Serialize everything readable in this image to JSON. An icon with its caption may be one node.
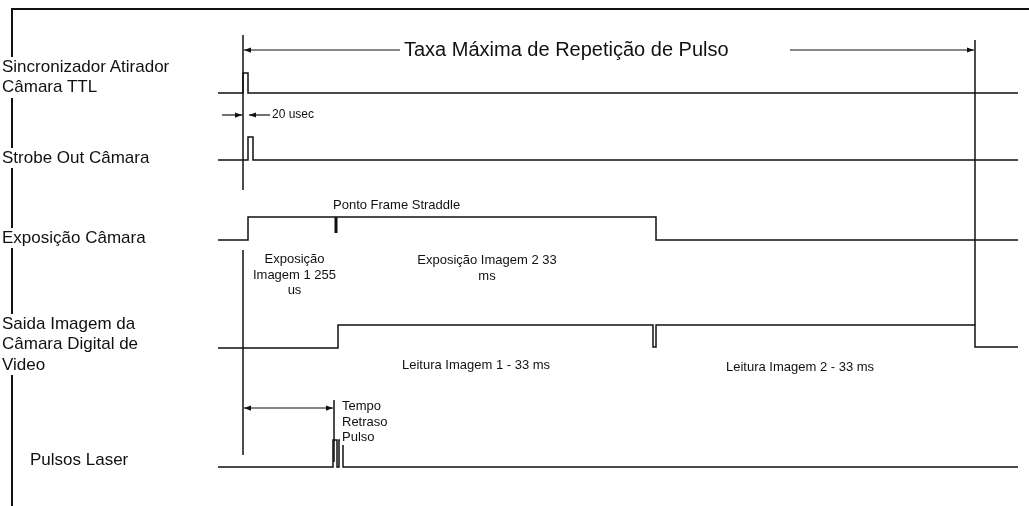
{
  "diagram": {
    "labels": [
      "Taxa Máxima de Repetição de Pulso",
      "Sincronizador Atirador Câmara TTL",
      "20 usec",
      "Strobe Out Câmara",
      "Ponto Frame Straddle",
      "Exposição Câmara",
      "Exposição Imagem 1 255 us",
      "Exposição Imagem 2 33 ms",
      "Saida Imagem da Câmara Digital de Video",
      "Leitura Imagem 1 - 33 ms",
      "Leitura Imagem 2 - 33 ms",
      "Tempo Retraso Pulso",
      "Pulsos Laser"
    ]
  }
}
